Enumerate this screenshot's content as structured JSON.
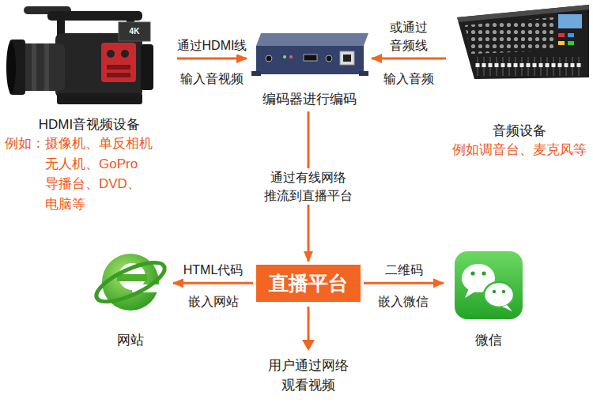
{
  "diagram": {
    "nodes": [
      {
        "text": [
          "HDMI音视频设备",
          "例如：摄像机、单反相机 无人机、GoPro 导播台、DVD、电脑等"
        ]
      },
      {
        "text": [
          "编码器进行编码"
        ]
      },
      {
        "text": [
          "音频设备",
          "例如调音台、麦克风等"
        ]
      },
      {
        "text": [
          "网站"
        ]
      },
      {
        "text": [
          "直播平台"
        ]
      },
      {
        "text": [
          "微信"
        ]
      }
    ],
    "edges": [
      {
        "from": 0,
        "to": 1,
        "arrow": "to",
        "label": "通过HDMI线"
      },
      {
        "from": 2,
        "to": 1,
        "arrow": "to",
        "label": "或通过 音频线"
      },
      {
        "from": 1,
        "to": 4,
        "arrow": "to",
        "label": "通过有线网络 推流到直播平台"
      },
      {
        "from": 4,
        "to": 3,
        "arrow": "to",
        "label": "HTML代码"
      },
      {
        "from": 4,
        "to": 5,
        "arrow": "to",
        "label": "二维码"
      }
    ],
    "labels": [
      "输入音视频",
      "输入音频",
      "嵌入网站",
      "嵌入微信",
      "用户通过网络 观看视频",
      "4K"
    ]
  }
}
